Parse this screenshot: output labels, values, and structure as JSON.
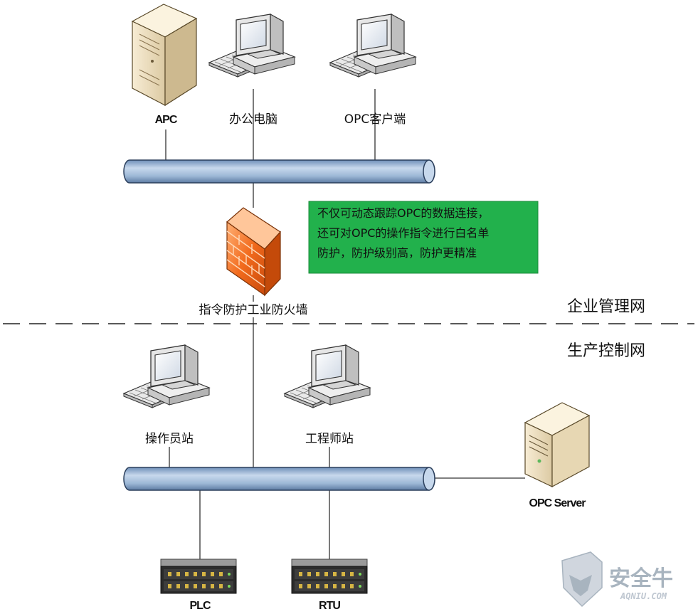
{
  "zones": {
    "upper": "企业管理网",
    "lower": "生产控制网"
  },
  "nodes": {
    "apc": "APC",
    "office_pc": "办公电脑",
    "opc_client": "OPC客户端",
    "firewall": "指令防护工业防火墙",
    "operator_station": "操作员站",
    "engineer_station": "工程师站",
    "opc_server": "OPC Server",
    "plc": "PLC",
    "rtu": "RTU"
  },
  "callout": {
    "lines": [
      "不仅可动态跟踪OPC的数据连接，",
      "还可对OPC的操作指令进行白名单",
      "防护，防护级别高，防护更精准"
    ]
  },
  "watermark": {
    "text": "安全牛",
    "subtext": "AQNIU.COM"
  },
  "colors": {
    "bus_fill": "#9db8d6",
    "bus_stroke": "#2b3f5c",
    "callout_fill": "#22b14c",
    "firewall_fill": "#f26b1d"
  }
}
